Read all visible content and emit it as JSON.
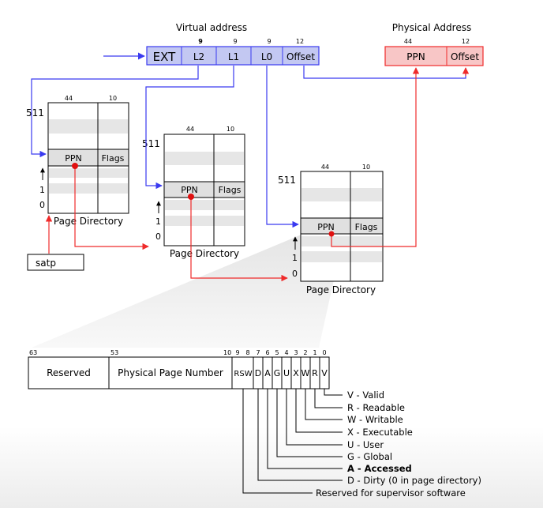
{
  "virtual_address": {
    "title": "Virtual address",
    "fields": [
      {
        "label": "EXT",
        "bits": ""
      },
      {
        "label": "L2",
        "bits": "9"
      },
      {
        "label": "L1",
        "bits": "9"
      },
      {
        "label": "L0",
        "bits": "9"
      },
      {
        "label": "Offset",
        "bits": "12"
      }
    ]
  },
  "physical_address": {
    "title": "Physical Address",
    "fields": [
      {
        "label": "PPN",
        "bits": "44"
      },
      {
        "label": "Offset",
        "bits": "12"
      }
    ]
  },
  "page_directories": [
    {
      "caption": "Page Directory",
      "ppn_bits": "44",
      "flags_bits": "10",
      "ppn_label": "PPN",
      "flags_label": "Flags",
      "top_index": "511",
      "index_1": "1",
      "index_0": "0"
    },
    {
      "caption": "Page Directory",
      "ppn_bits": "44",
      "flags_bits": "10",
      "ppn_label": "PPN",
      "flags_label": "Flags",
      "top_index": "511",
      "index_1": "1",
      "index_0": "0"
    },
    {
      "caption": "Page Directory",
      "ppn_bits": "44",
      "flags_bits": "10",
      "ppn_label": "PPN",
      "flags_label": "Flags",
      "top_index": "511",
      "index_1": "1",
      "index_0": "0"
    }
  ],
  "satp_label": "satp",
  "pte": {
    "fields": [
      {
        "label": "Reserved",
        "high_bit": "63"
      },
      {
        "label": "Physical Page Number",
        "high_bit": "53"
      },
      {
        "label": "RSW",
        "high_bit": "10"
      },
      {
        "label": "D",
        "high_bit": "7"
      },
      {
        "label": "A",
        "high_bit": "6"
      },
      {
        "label": "G",
        "high_bit": "5"
      },
      {
        "label": "U",
        "high_bit": "4"
      },
      {
        "label": "X",
        "high_bit": "3"
      },
      {
        "label": "W",
        "high_bit": "2"
      },
      {
        "label": "R",
        "high_bit": "1"
      },
      {
        "label": "V",
        "high_bit": "0"
      }
    ],
    "rsw_bit_labels": [
      "9",
      "8"
    ],
    "legend": [
      "V - Valid",
      "R - Readable",
      "W - Writable",
      "X - Executable",
      "U - User",
      "G - Global",
      "A - Accessed",
      "D - Dirty (0 in page directory)",
      "Reserved for supervisor software"
    ]
  },
  "colors": {
    "blue": "#3a3af0",
    "blue_fill": "#c3c8f2",
    "red": "#ef2b2b",
    "red_fill": "#f8c6c6",
    "dot": "#e01010",
    "stripe": "#e6e6e6"
  }
}
